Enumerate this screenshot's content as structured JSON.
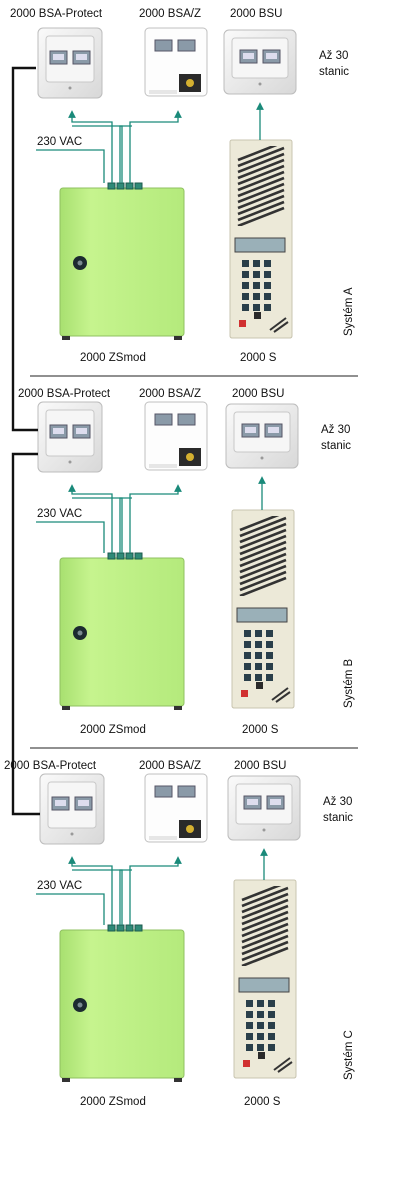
{
  "colors": {
    "arrow": "#1a8a7a",
    "cabinet": "#bff080",
    "panel": "#ece9d8",
    "socket": "#f2f2f2"
  },
  "systems": [
    {
      "bsa_protect_label": "2000 BSA-Protect",
      "bsaz_label": "2000 BSA/Z",
      "bsu_label": "2000 BSU",
      "stations_line1": "Až 30",
      "stations_line2": "stanic",
      "vac_label": "230 VAC",
      "zsmod_label": "2000 ZSmod",
      "s_label": "2000 S",
      "system_label": "Systém A"
    },
    {
      "bsa_protect_label": "2000 BSA-Protect",
      "bsaz_label": "2000 BSA/Z",
      "bsu_label": "2000 BSU",
      "stations_line1": "Až 30",
      "stations_line2": "stanic",
      "vac_label": "230 VAC",
      "zsmod_label": "2000 ZSmod",
      "s_label": "2000 S",
      "system_label": "Systém B"
    },
    {
      "bsa_protect_label": "2000 BSA-Protect",
      "bsaz_label": "2000 BSA/Z",
      "bsu_label": "2000 BSU",
      "stations_line1": "Až 30",
      "stations_line2": "stanic",
      "vac_label": "230 VAC",
      "zsmod_label": "2000 ZSmod",
      "s_label": "2000 S",
      "system_label": "Systém C"
    }
  ]
}
